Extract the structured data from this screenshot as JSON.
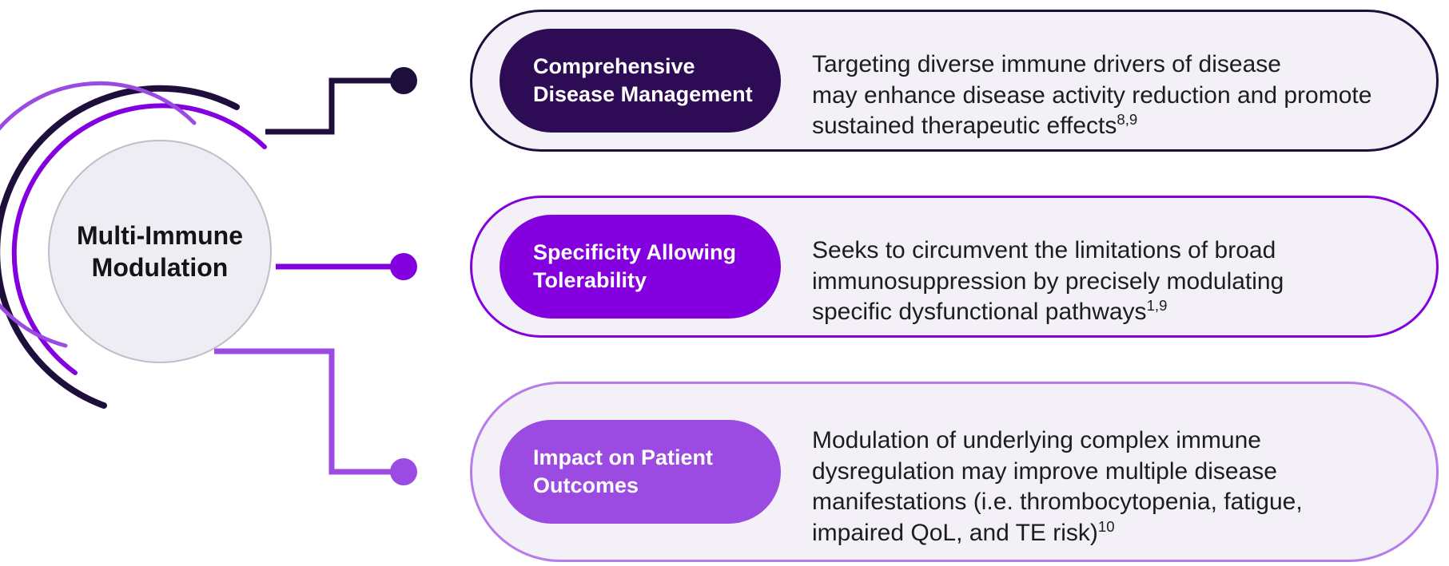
{
  "hub": {
    "title_line1": "Multi-Immune",
    "title_line2": "Modulation",
    "circle_fill": "#EFEDF4",
    "circle_border": "#C0BDC9"
  },
  "box_background": "#F3F1F7",
  "rows": [
    {
      "label": "Comprehensive\nDisease Management",
      "description": "Targeting diverse immune drivers of disease\nmay enhance disease activity reduction and promote\nsustained therapeutic effects",
      "reference": "8,9",
      "pill_color": "#2D0B55",
      "border_color": "#1E0E3C",
      "line_color": "#1E0E3C"
    },
    {
      "label": "Specificity Allowing\nTolerability",
      "description": "Seeks to circumvent the limitations of broad\nimmunosuppression by precisely modulating\nspecific dysfunctional pathways",
      "reference": "1,9",
      "pill_color": "#8400DE",
      "border_color": "#8400DE",
      "line_color": "#8400DE"
    },
    {
      "label": "Impact on Patient\nOutcomes",
      "description": "Modulation of underlying complex immune\ndysregulation may improve multiple disease\nmanifestations (i.e. thrombocytopenia, fatigue,\nimpaired QoL, and TE risk)",
      "reference": "10",
      "pill_color": "#9C4BE2",
      "border_color": "#B77BEA",
      "line_color": "#9C4BE2"
    }
  ]
}
